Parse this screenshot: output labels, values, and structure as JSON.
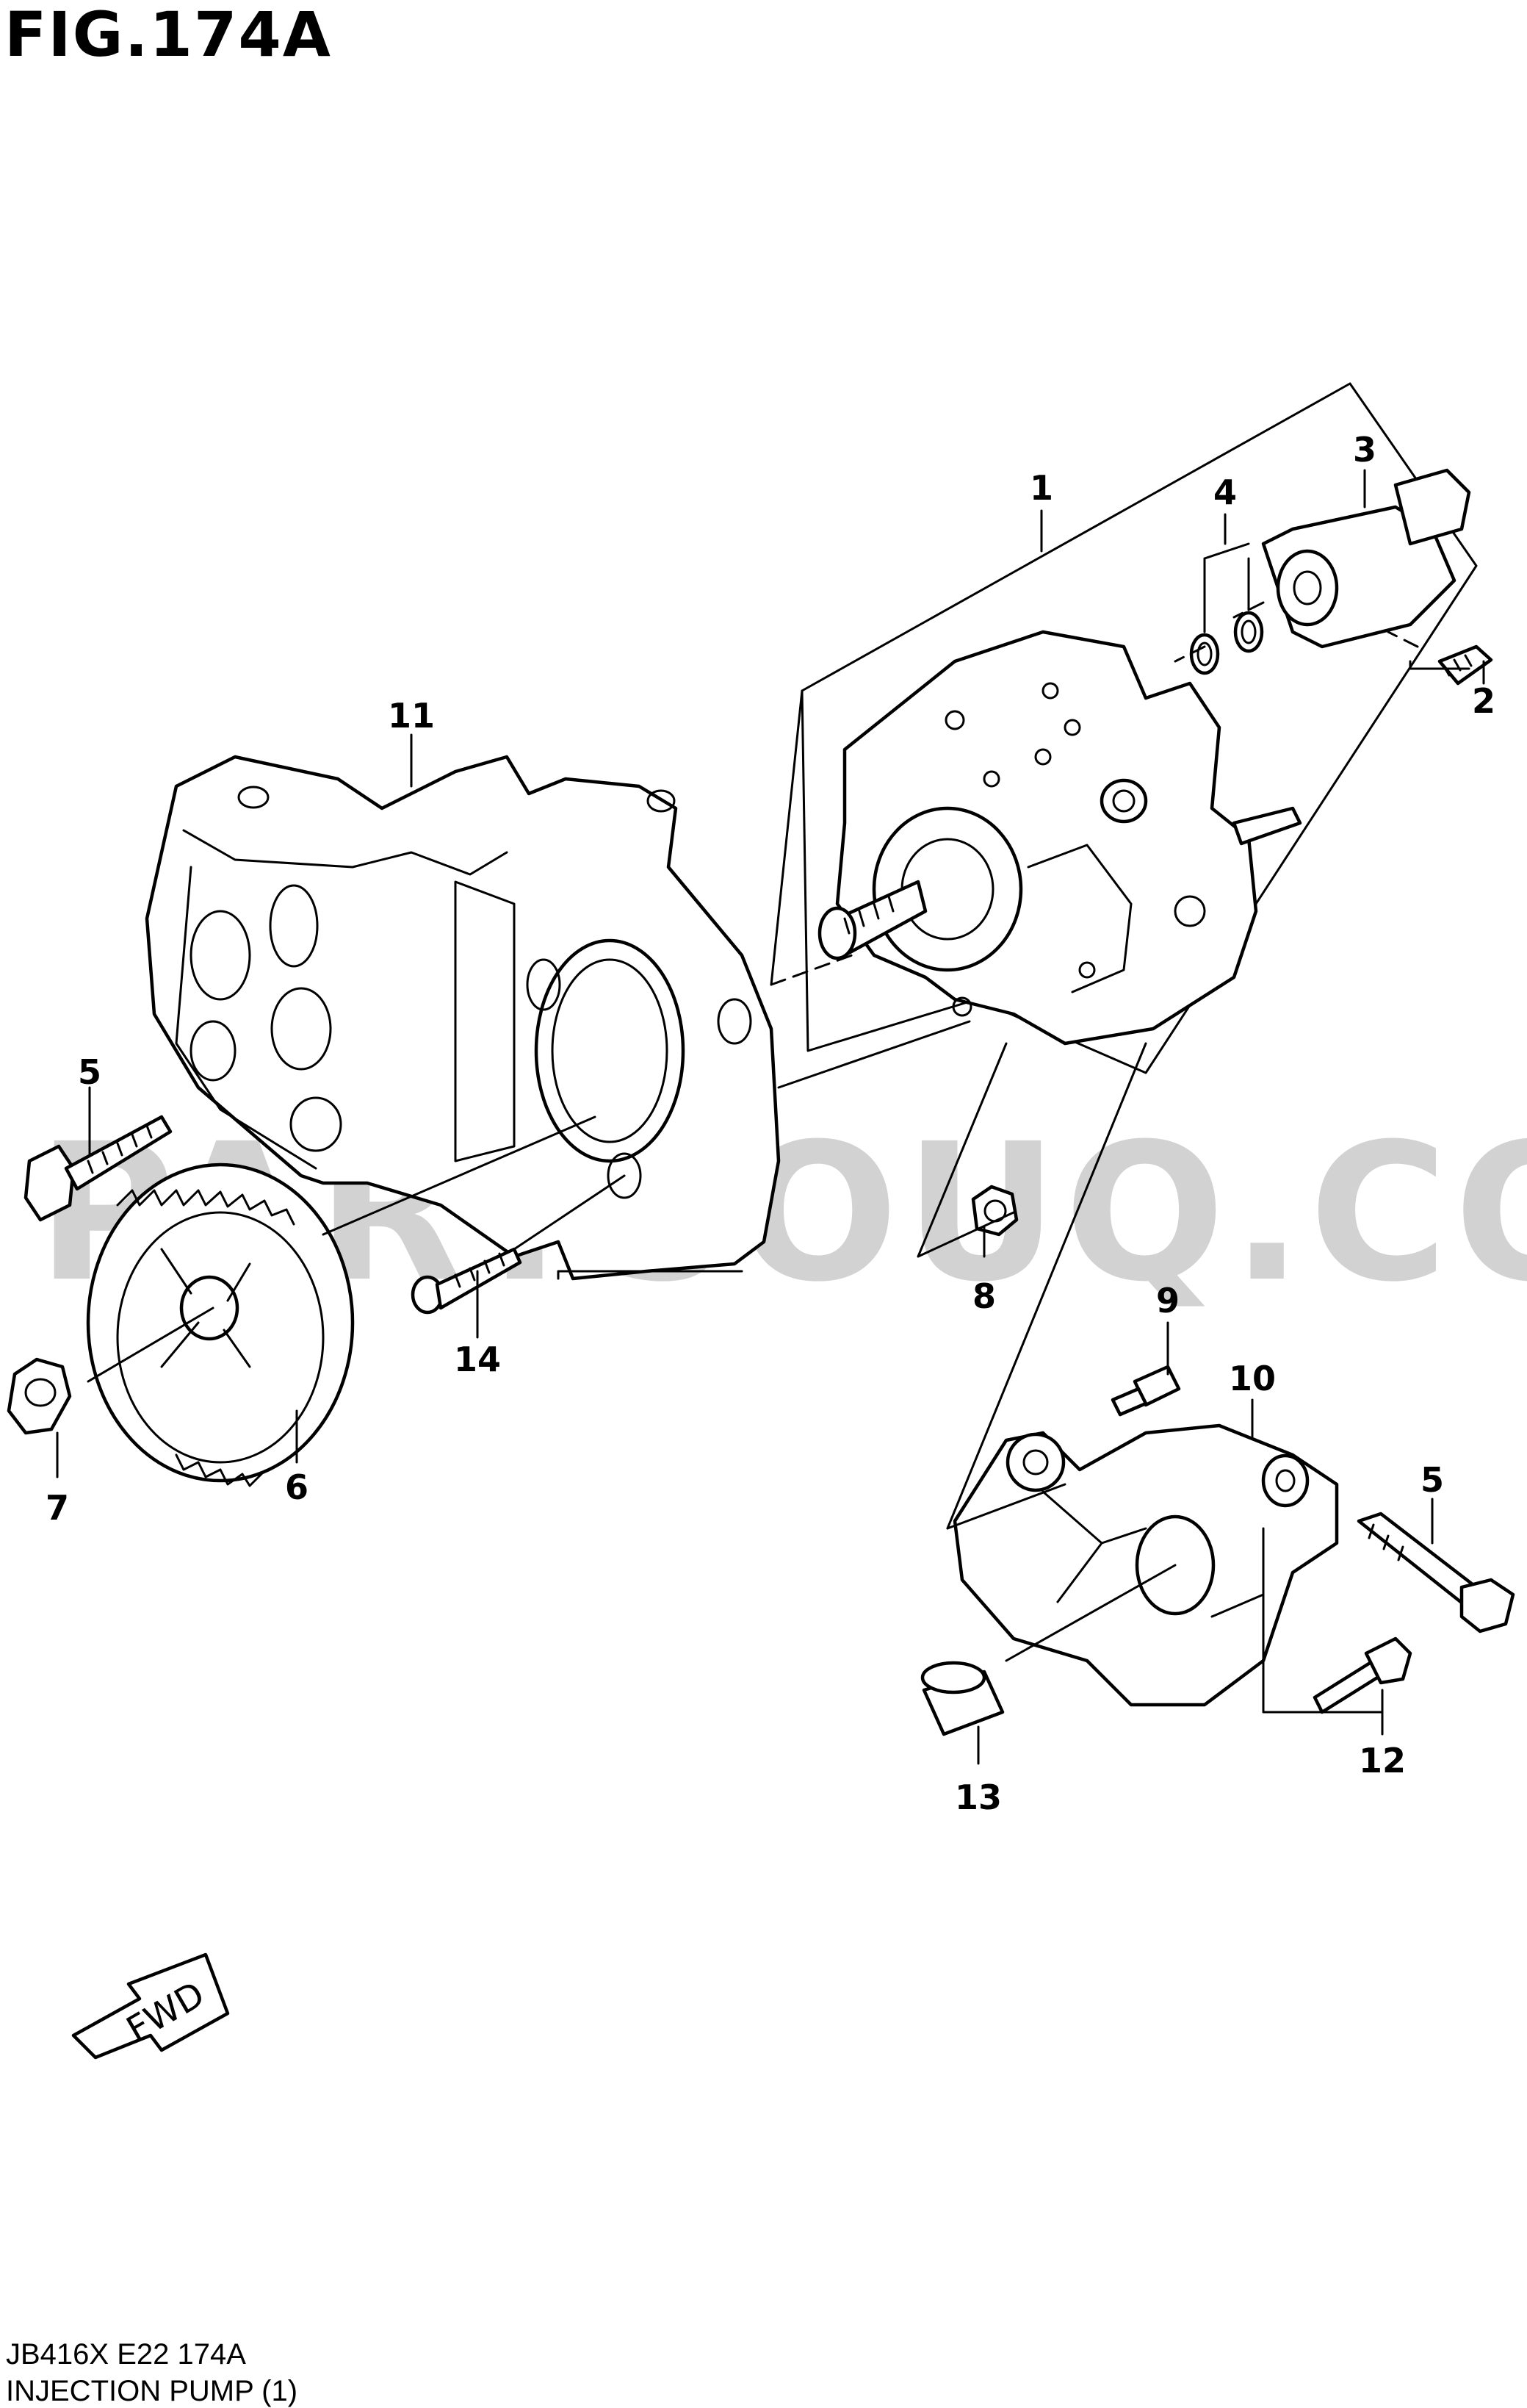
{
  "figure": {
    "title": "FIG.174A",
    "footer_code": "JB416X E22 174A",
    "footer_title": "INJECTION PUMP (1)",
    "watermark": "PARTSOUQ.COM",
    "fwd_label": "FWD"
  },
  "callouts": [
    {
      "number": "1"
    },
    {
      "number": "2"
    },
    {
      "number": "3"
    },
    {
      "number": "4"
    },
    {
      "number": "5"
    },
    {
      "number": "5"
    },
    {
      "number": "6"
    },
    {
      "number": "7"
    },
    {
      "number": "8"
    },
    {
      "number": "9"
    },
    {
      "number": "10"
    },
    {
      "number": "11"
    },
    {
      "number": "12"
    },
    {
      "number": "13"
    },
    {
      "number": "14"
    }
  ],
  "colors": {
    "line": "#000000",
    "background": "#ffffff",
    "watermark": "#d2d2d2"
  }
}
